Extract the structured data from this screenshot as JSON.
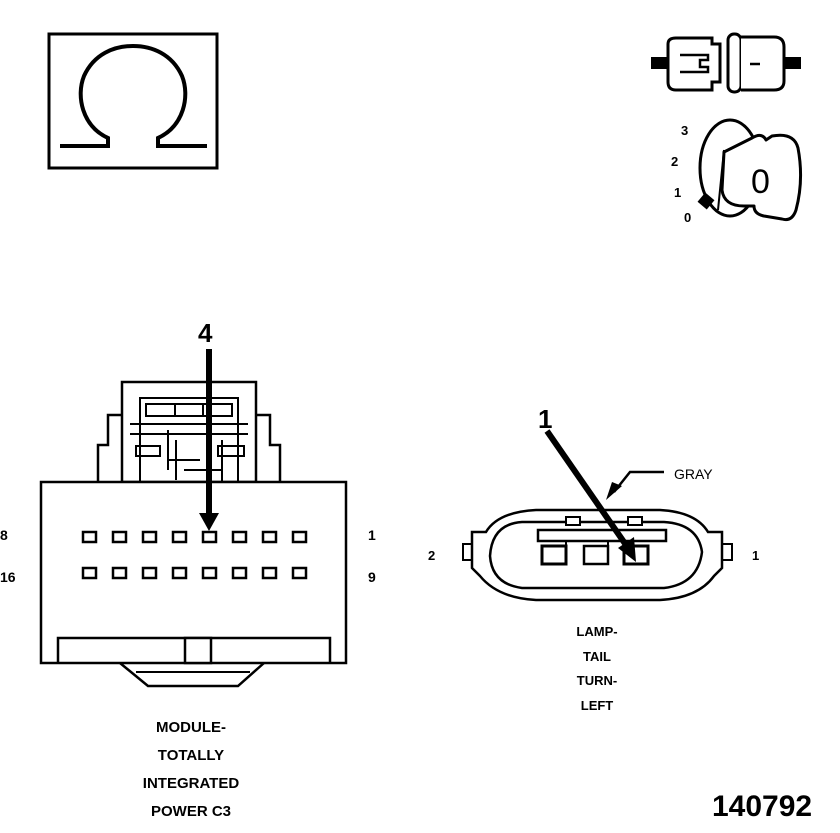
{
  "ohm_symbol": "Ω",
  "ignition": {
    "positions": [
      "3",
      "2",
      "1",
      "0"
    ],
    "key_label": "0"
  },
  "module_connector": {
    "pin_callout": "4",
    "row1_left": "8",
    "row1_right": "1",
    "row2_left": "16",
    "row2_right": "9",
    "caption_lines": [
      "MODULE-",
      "TOTALLY",
      "INTEGRATED",
      "POWER C3"
    ]
  },
  "lamp_connector": {
    "pin_callout": "1",
    "wire_color": "GRAY",
    "left_pin": "2",
    "right_pin": "1",
    "caption_lines": [
      "LAMP-",
      "TAIL",
      "TURN-",
      "LEFT"
    ]
  },
  "figure_number": "140792"
}
